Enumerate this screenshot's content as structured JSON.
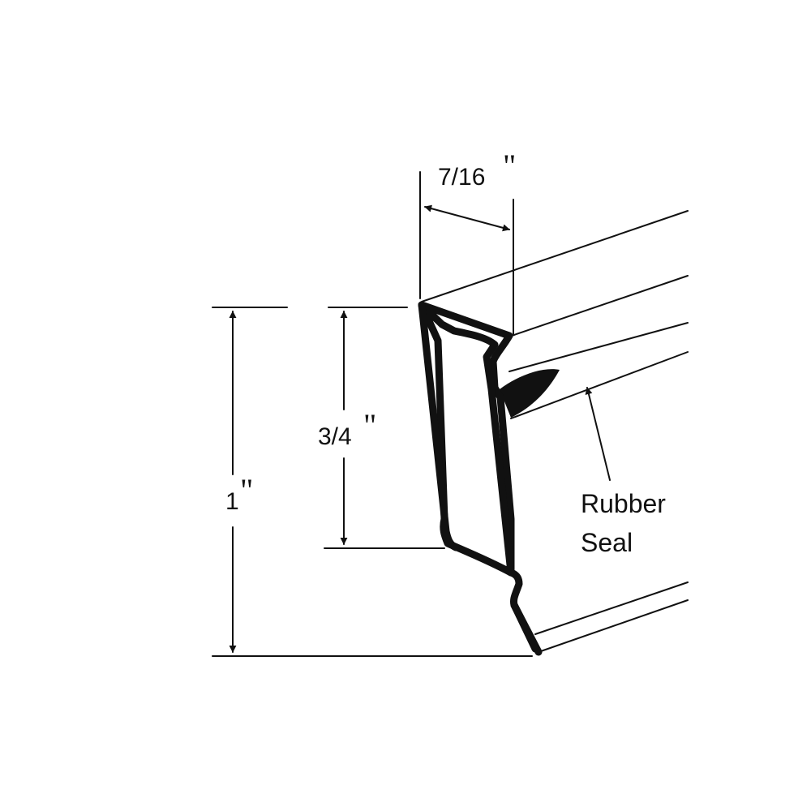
{
  "dimensions": {
    "width": {
      "value": "7/16",
      "unit": "\""
    },
    "inner_height": {
      "value": "3/4",
      "unit": "\""
    },
    "total_height": {
      "value": "1",
      "unit": "\""
    }
  },
  "callout": {
    "line1": "Rubber",
    "line2": "Seal"
  },
  "colors": {
    "ink": "#111111",
    "background": "#ffffff"
  }
}
